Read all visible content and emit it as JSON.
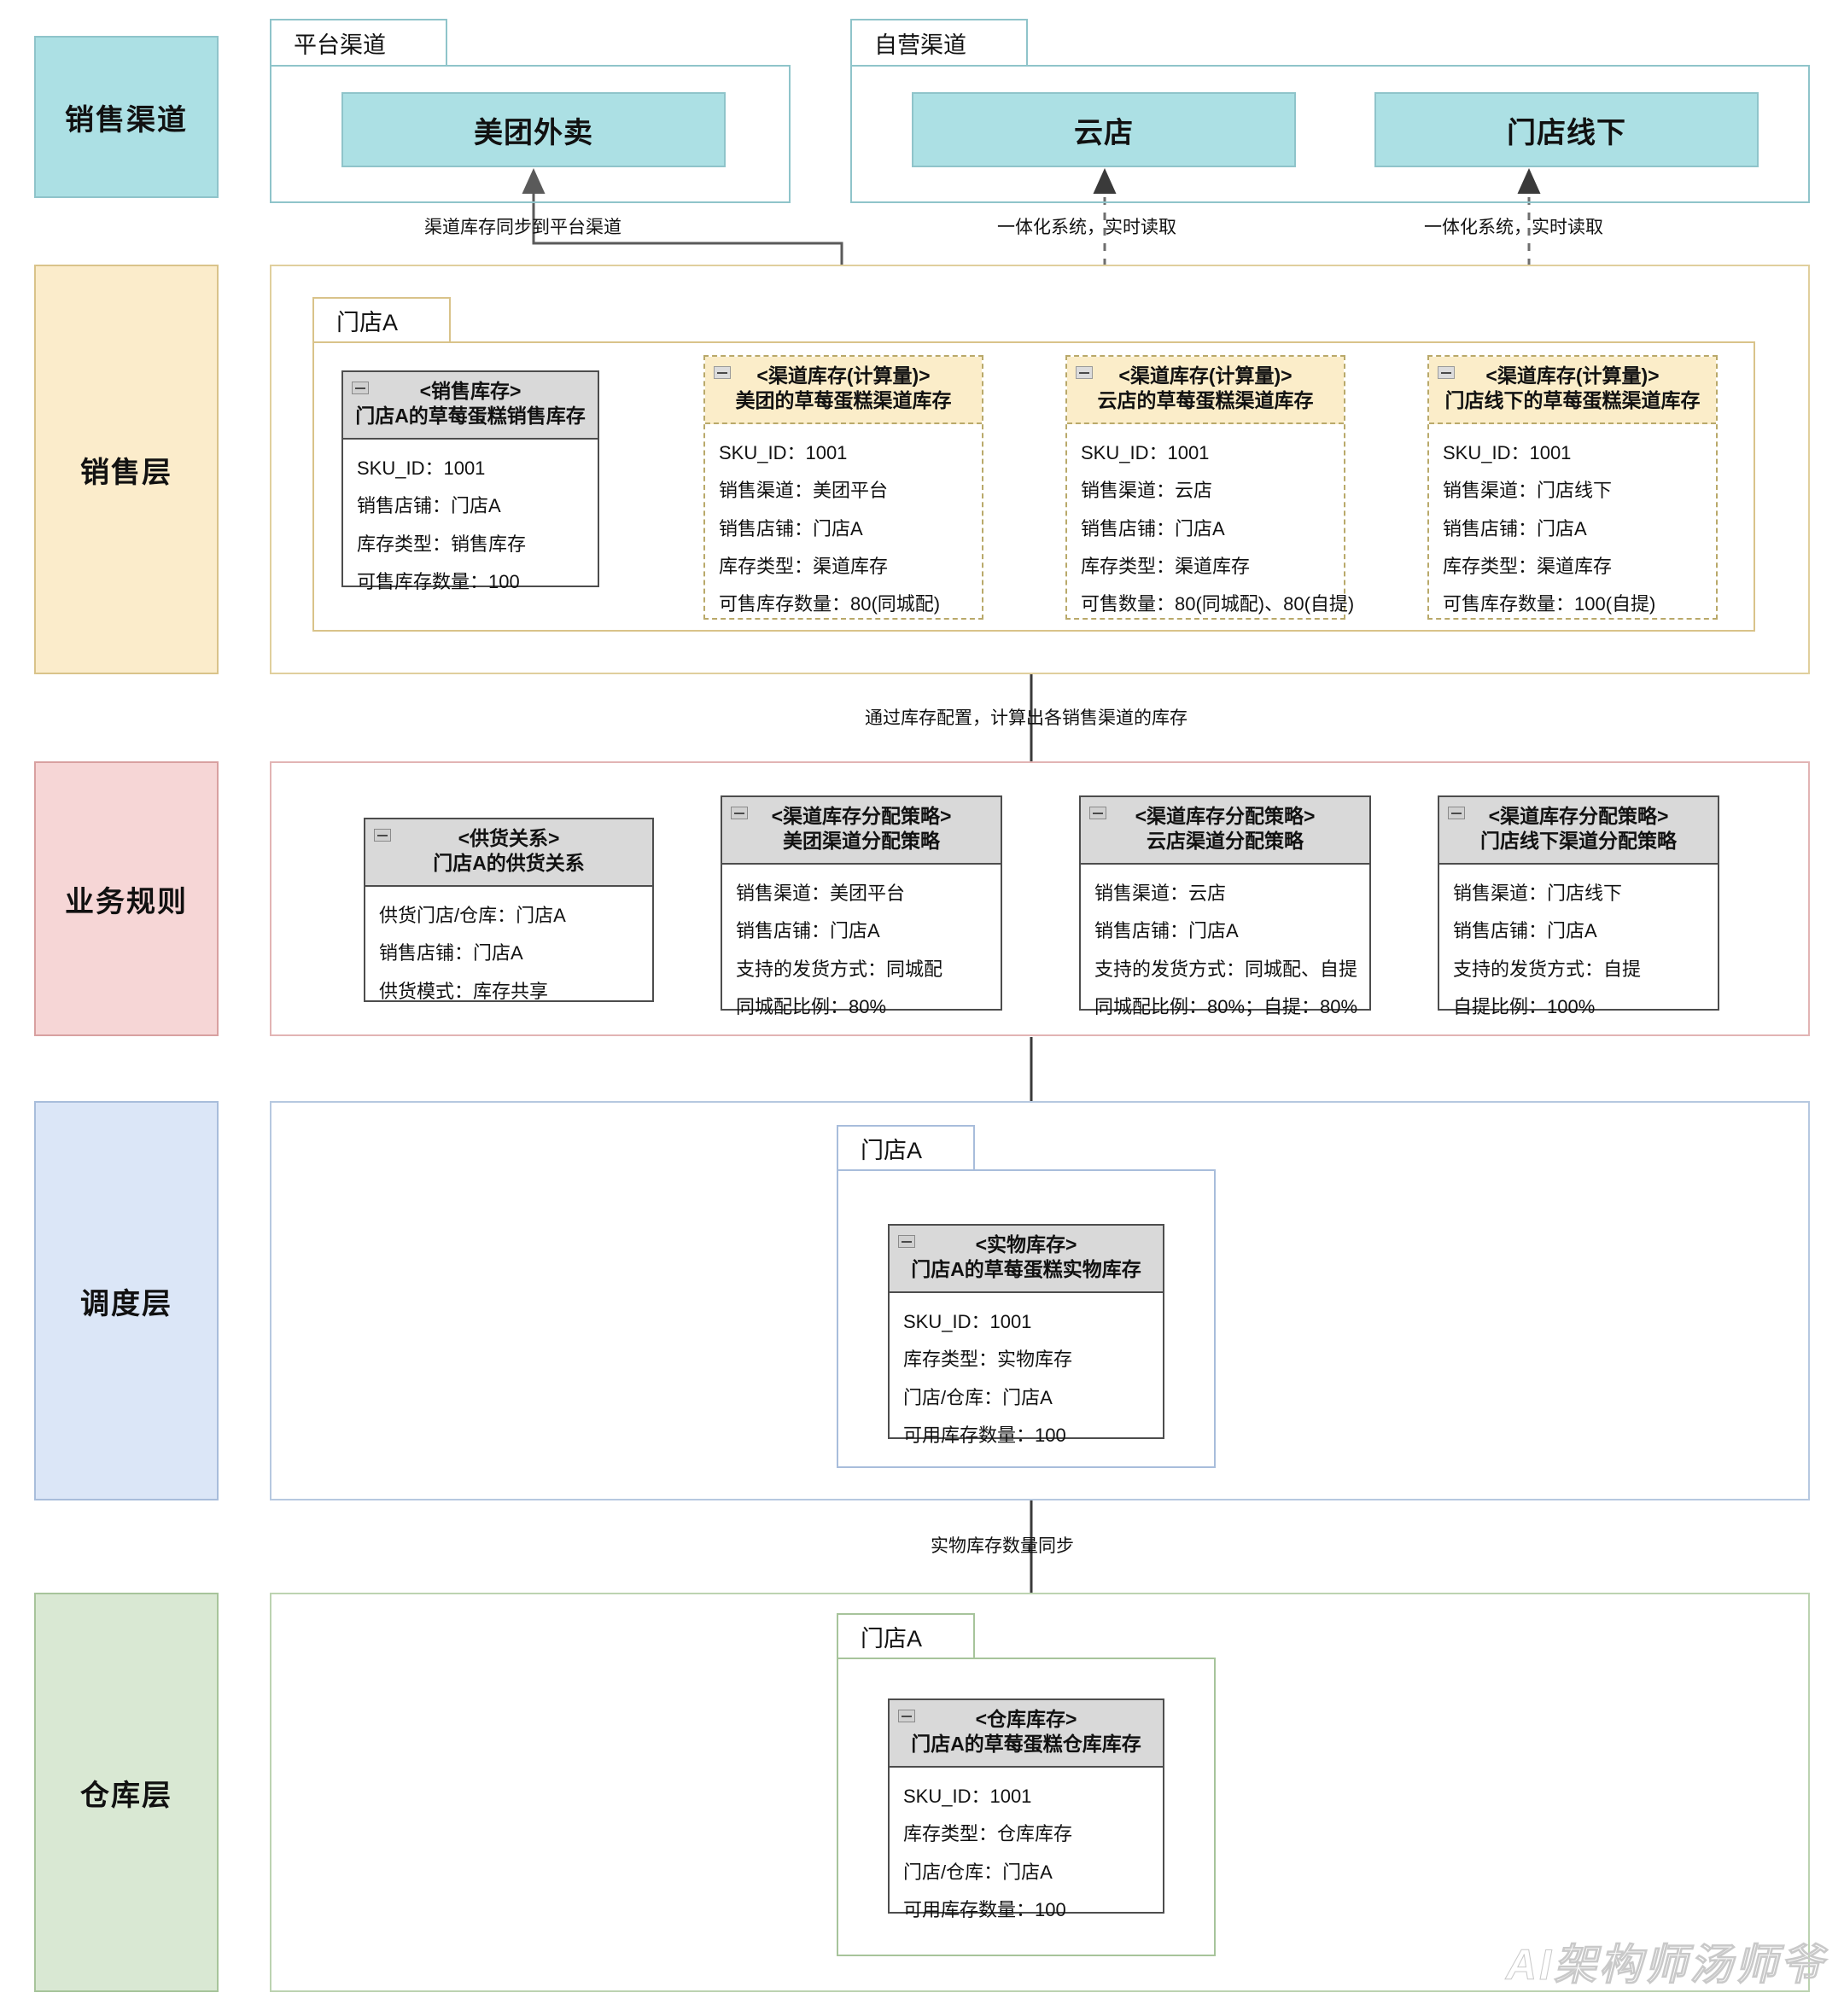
{
  "diagram": {
    "watermark": "AI架构师汤师爷"
  },
  "layers": [
    {
      "id": "sales-channel",
      "label": "销售渠道",
      "color": "#ace0e4",
      "border": "#8fc4ca"
    },
    {
      "id": "sales-layer",
      "label": "销售层",
      "color": "#fbeccb",
      "border": "#d9c38a"
    },
    {
      "id": "business-rule",
      "label": "业务规则",
      "color": "#f6d6d6",
      "border": "#d8a0a0"
    },
    {
      "id": "dispatch",
      "label": "调度层",
      "color": "#dbe6f7",
      "border": "#a8bddb"
    },
    {
      "id": "warehouse",
      "label": "仓库层",
      "color": "#d9e8d3",
      "border": "#a7c49b"
    }
  ],
  "channel_groups": [
    {
      "id": "platform-channel",
      "tab": "平台渠道",
      "channels": [
        "美团外卖"
      ]
    },
    {
      "id": "self-channel",
      "tab": "自营渠道",
      "channels": [
        "云店",
        "门店线下"
      ]
    }
  ],
  "sales_group_tab": "门店A",
  "dispatch_group_tab": "门店A",
  "warehouse_group_tab": "门店A",
  "sales_cards": [
    {
      "id": "sales-inventory",
      "style": "solid",
      "stereotype": "<销售库存>",
      "title": "门店A的草莓蛋糕销售库存",
      "rows": [
        "SKU_ID：1001",
        "销售店铺：门店A",
        "库存类型：销售库存",
        "可售库存数量：100"
      ]
    },
    {
      "id": "channel-inventory-meituan",
      "style": "dashed",
      "stereotype": "<渠道库存(计算量)>",
      "title": "美团的草莓蛋糕渠道库存",
      "rows": [
        "SKU_ID：1001",
        "销售渠道：美团平台",
        "销售店铺：门店A",
        "库存类型：渠道库存",
        "可售库存数量：80(同城配)"
      ]
    },
    {
      "id": "channel-inventory-cloudstore",
      "style": "dashed",
      "stereotype": "<渠道库存(计算量)>",
      "title": "云店的草莓蛋糕渠道库存",
      "rows": [
        "SKU_ID：1001",
        "销售渠道：云店",
        "销售店铺：门店A",
        "库存类型：渠道库存",
        "可售数量：80(同城配)、80(自提)"
      ]
    },
    {
      "id": "channel-inventory-offline",
      "style": "dashed",
      "stereotype": "<渠道库存(计算量)>",
      "title": "门店线下的草莓蛋糕渠道库存",
      "rows": [
        "SKU_ID：1001",
        "销售渠道：门店线下",
        "销售店铺：门店A",
        "库存类型：渠道库存",
        "可售库存数量：100(自提)"
      ]
    }
  ],
  "rule_cards": [
    {
      "id": "supply-relation",
      "style": "solid",
      "stereotype": "<供货关系>",
      "title": "门店A的供货关系",
      "rows": [
        "供货门店/仓库：门店A",
        "销售店铺：门店A",
        "供货模式：库存共享"
      ]
    },
    {
      "id": "alloc-strategy-meituan",
      "style": "solid",
      "stereotype": "<渠道库存分配策略>",
      "title": "美团渠道分配策略",
      "rows": [
        "销售渠道：美团平台",
        "销售店铺：门店A",
        "支持的发货方式：同城配",
        "同城配比例：80%"
      ]
    },
    {
      "id": "alloc-strategy-cloudstore",
      "style": "solid",
      "stereotype": "<渠道库存分配策略>",
      "title": "云店渠道分配策略",
      "rows": [
        "销售渠道：云店",
        "销售店铺：门店A",
        "支持的发货方式：同城配、自提",
        "同城配比例：80%；自提：80%"
      ]
    },
    {
      "id": "alloc-strategy-offline",
      "style": "solid",
      "stereotype": "<渠道库存分配策略>",
      "title": "门店线下渠道分配策略",
      "rows": [
        "销售渠道：门店线下",
        "销售店铺：门店A",
        "支持的发货方式：自提",
        "自提比例：100%"
      ]
    }
  ],
  "dispatch_card": {
    "id": "physical-inventory",
    "style": "solid",
    "stereotype": "<实物库存>",
    "title": "门店A的草莓蛋糕实物库存",
    "rows": [
      "SKU_ID：1001",
      "库存类型：实物库存",
      "门店/仓库：门店A",
      "可用库存数量：100"
    ]
  },
  "warehouse_card": {
    "id": "warehouse-inventory",
    "style": "solid",
    "stereotype": "<仓库库存>",
    "title": "门店A的草莓蛋糕仓库库存",
    "rows": [
      "SKU_ID：1001",
      "库存类型：仓库库存",
      "门店/仓库：门店A",
      "可用库存数量：100"
    ]
  },
  "edge_labels": {
    "meituan_sync": "渠道库存同步到平台渠道",
    "cloudstore_realtime": "一体化系统，实时读取",
    "offline_realtime": "一体化系统，实时读取",
    "rule_to_sales": "通过库存配置，计算出各销售渠道的库存",
    "warehouse_to_dispatch": "实物库存数量同步"
  }
}
